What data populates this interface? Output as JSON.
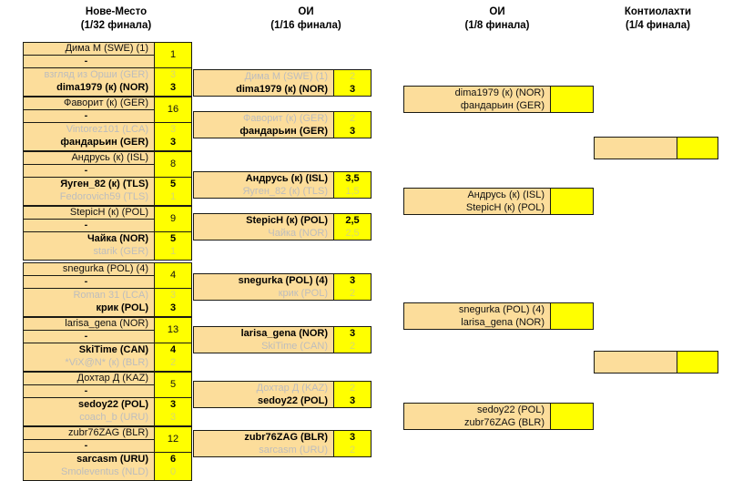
{
  "headers": [
    {
      "name": "Нове-Место",
      "round": "(1/32 финала)"
    },
    {
      "name": "ОИ",
      "round": "(1/16 финала)"
    },
    {
      "name": "ОИ",
      "round": "(1/8 финала)"
    },
    {
      "name": "Контиолахти",
      "round": "(1/4 финала)"
    }
  ],
  "colors": {
    "name_bg": "#fcdd9b",
    "score_bg": "#ffff00",
    "border": "#1a1a14",
    "winner_text": "#000000",
    "loser_text": "#bdbdbd",
    "loser_score_text": "#d8d870"
  },
  "round1": {
    "label": "1/32 финала",
    "matches": [
      {
        "rows": [
          {
            "name": "Дима М (SWE) (1)",
            "score": "1",
            "state": "plain"
          },
          {
            "name": "-",
            "score": "",
            "state": "dash"
          },
          {
            "name": "взгляд из Орши (GER)",
            "score": "3",
            "state": "lose"
          },
          {
            "name": "dima1979 (к) (NOR)",
            "score": "3",
            "state": "win"
          }
        ]
      },
      {
        "rows": [
          {
            "name": "Фаворит (к) (GER)",
            "score": "16",
            "state": "plain"
          },
          {
            "name": "-",
            "score": "",
            "state": "dash"
          },
          {
            "name": "Vintorez101 (LCA)",
            "score": "3",
            "state": "lose"
          },
          {
            "name": "фандарьин (GER)",
            "score": "3",
            "state": "win"
          }
        ]
      },
      {
        "rows": [
          {
            "name": "Андрусь (к) (ISL)",
            "score": "8",
            "state": "plain"
          },
          {
            "name": "-",
            "score": "",
            "state": "dash"
          },
          {
            "name": "Яуген_82 (к) (TLS)",
            "score": "5",
            "state": "win"
          },
          {
            "name": "Fedorovich59 (TLS)",
            "score": "1",
            "state": "lose"
          }
        ]
      },
      {
        "rows": [
          {
            "name": "StepicH (к) (POL)",
            "score": "9",
            "state": "plain"
          },
          {
            "name": "-",
            "score": "",
            "state": "dash"
          },
          {
            "name": "Чайка (NOR)",
            "score": "5",
            "state": "win"
          },
          {
            "name": "starik (GER)",
            "score": "1",
            "state": "lose"
          }
        ]
      },
      {
        "rows": [
          {
            "name": "snegurka (POL) (4)",
            "score": "4",
            "state": "plain"
          },
          {
            "name": "-",
            "score": "",
            "state": "dash"
          },
          {
            "name": "Roman 31 (LCA)",
            "score": "3",
            "state": "lose"
          },
          {
            "name": "крик (POL)",
            "score": "3",
            "state": "win"
          }
        ]
      },
      {
        "rows": [
          {
            "name": "larisa_gena (NOR)",
            "score": "13",
            "state": "plain"
          },
          {
            "name": "-",
            "score": "",
            "state": "dash"
          },
          {
            "name": "SkiTime (CAN)",
            "score": "4",
            "state": "win"
          },
          {
            "name": "*ViX@N* (к) (BLR)",
            "score": "2",
            "state": "lose"
          }
        ]
      },
      {
        "rows": [
          {
            "name": "Дохтар Д (KAZ)",
            "score": "5",
            "state": "plain"
          },
          {
            "name": "-",
            "score": "",
            "state": "dash"
          },
          {
            "name": "sedoy22 (POL)",
            "score": "3",
            "state": "win"
          },
          {
            "name": "coach_b (URU)",
            "score": "3",
            "state": "lose"
          }
        ]
      },
      {
        "rows": [
          {
            "name": "zubr76ZAG (BLR)",
            "score": "12",
            "state": "plain"
          },
          {
            "name": "-",
            "score": "",
            "state": "dash"
          },
          {
            "name": "sarcasm (URU)",
            "score": "6",
            "state": "win"
          },
          {
            "name": "Smoleventus (NLD)",
            "score": "0",
            "state": "lose"
          }
        ]
      }
    ]
  },
  "round2": {
    "label": "1/16 финала",
    "matches": [
      {
        "rows": [
          {
            "name": "Дима М (SWE) (1)",
            "score": "2",
            "state": "lose"
          },
          {
            "name": "dima1979 (к) (NOR)",
            "score": "3",
            "state": "win"
          }
        ]
      },
      {
        "rows": [
          {
            "name": "Фаворит (к) (GER)",
            "score": "2",
            "state": "lose"
          },
          {
            "name": "фандарьин (GER)",
            "score": "3",
            "state": "win"
          }
        ]
      },
      {
        "rows": [
          {
            "name": "Андрусь (к) (ISL)",
            "score": "3,5",
            "state": "win"
          },
          {
            "name": "Яуген_82 (к) (TLS)",
            "score": "1,5",
            "state": "lose"
          }
        ]
      },
      {
        "rows": [
          {
            "name": "StepicH (к) (POL)",
            "score": "2,5",
            "state": "win"
          },
          {
            "name": "Чайка (NOR)",
            "score": "2,5",
            "state": "lose"
          }
        ]
      },
      {
        "rows": [
          {
            "name": "snegurka (POL) (4)",
            "score": "3",
            "state": "win"
          },
          {
            "name": "крик (POL)",
            "score": "2",
            "state": "lose"
          }
        ]
      },
      {
        "rows": [
          {
            "name": "larisa_gena (NOR)",
            "score": "3",
            "state": "win"
          },
          {
            "name": "SkiTime (CAN)",
            "score": "2",
            "state": "lose"
          }
        ]
      },
      {
        "rows": [
          {
            "name": "Дохтар Д (KAZ)",
            "score": "2",
            "state": "lose"
          },
          {
            "name": "sedoy22 (POL)",
            "score": "3",
            "state": "win"
          }
        ]
      },
      {
        "rows": [
          {
            "name": "zubr76ZAG (BLR)",
            "score": "3",
            "state": "win"
          },
          {
            "name": "sarcasm (URU)",
            "score": "2",
            "state": "lose"
          }
        ]
      }
    ]
  },
  "round3": {
    "label": "1/8 финала",
    "matches": [
      {
        "rows": [
          {
            "name": "dima1979 (к) (NOR)",
            "score": "",
            "state": "plain"
          },
          {
            "name": "фандарьин (GER)",
            "score": "",
            "state": "plain"
          }
        ]
      },
      {
        "rows": [
          {
            "name": "Андрусь (к) (ISL)",
            "score": "",
            "state": "plain"
          },
          {
            "name": "StepicH (к) (POL)",
            "score": "",
            "state": "plain"
          }
        ]
      },
      {
        "rows": [
          {
            "name": "snegurka (POL) (4)",
            "score": "",
            "state": "plain"
          },
          {
            "name": "larisa_gena (NOR)",
            "score": "",
            "state": "plain"
          }
        ]
      },
      {
        "rows": [
          {
            "name": "sedoy22 (POL)",
            "score": "",
            "state": "plain"
          },
          {
            "name": "zubr76ZAG (BLR)",
            "score": "",
            "state": "plain"
          }
        ]
      }
    ]
  },
  "round4": {
    "label": "1/4 финала",
    "matches": [
      {
        "rows": [
          {
            "name": "",
            "score": "",
            "state": "plain"
          },
          {
            "name": "",
            "score": "",
            "state": "plain"
          }
        ]
      },
      {
        "rows": [
          {
            "name": "",
            "score": "",
            "state": "plain"
          },
          {
            "name": "",
            "score": "",
            "state": "plain"
          }
        ]
      }
    ]
  }
}
